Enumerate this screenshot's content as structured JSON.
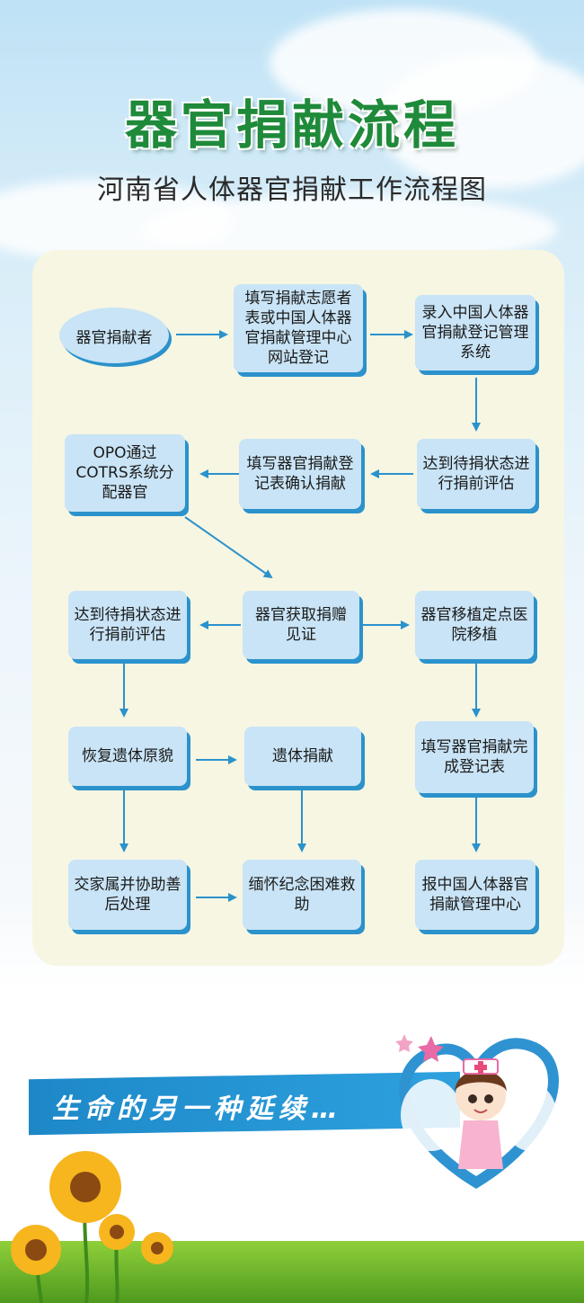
{
  "title": "器官捐献流程",
  "subtitle": "河南省人体器官捐献工作流程图",
  "nodes": {
    "donor": "器官捐献者",
    "register_form": "填写捐献志愿者表或中国人体器官捐献管理中心网站登记",
    "record_system": "录入中国人体器官捐献登记管理系统",
    "eval_right": "达到待捐状态进行捐前评估",
    "fill_confirm": "填写器官捐献登记表确认捐献",
    "opo_allocate": "OPO通过COTRS系统分配器官",
    "eval_left": "达到待捐状态进行捐前评估",
    "organ_procure": "器官获取捐赠见证",
    "transplant": "器官移植定点医院移植",
    "restore_body": "恢复遗体原貌",
    "body_donation": "遗体捐献",
    "fill_complete": "填写器官捐献完成登记表",
    "family_aftercare": "交家属并协助善后处理",
    "memorial": "缅怀纪念困难救助",
    "report_center": "报中国人体器官捐献管理中心"
  },
  "slogan": "生命的另一种延续…",
  "colors": {
    "title_green": "#1e8a3a",
    "box_fill": "#c9e4f6",
    "box_shadow": "#2b92cc",
    "arrow": "#2b92cc",
    "panel": "#f7f6e1"
  }
}
